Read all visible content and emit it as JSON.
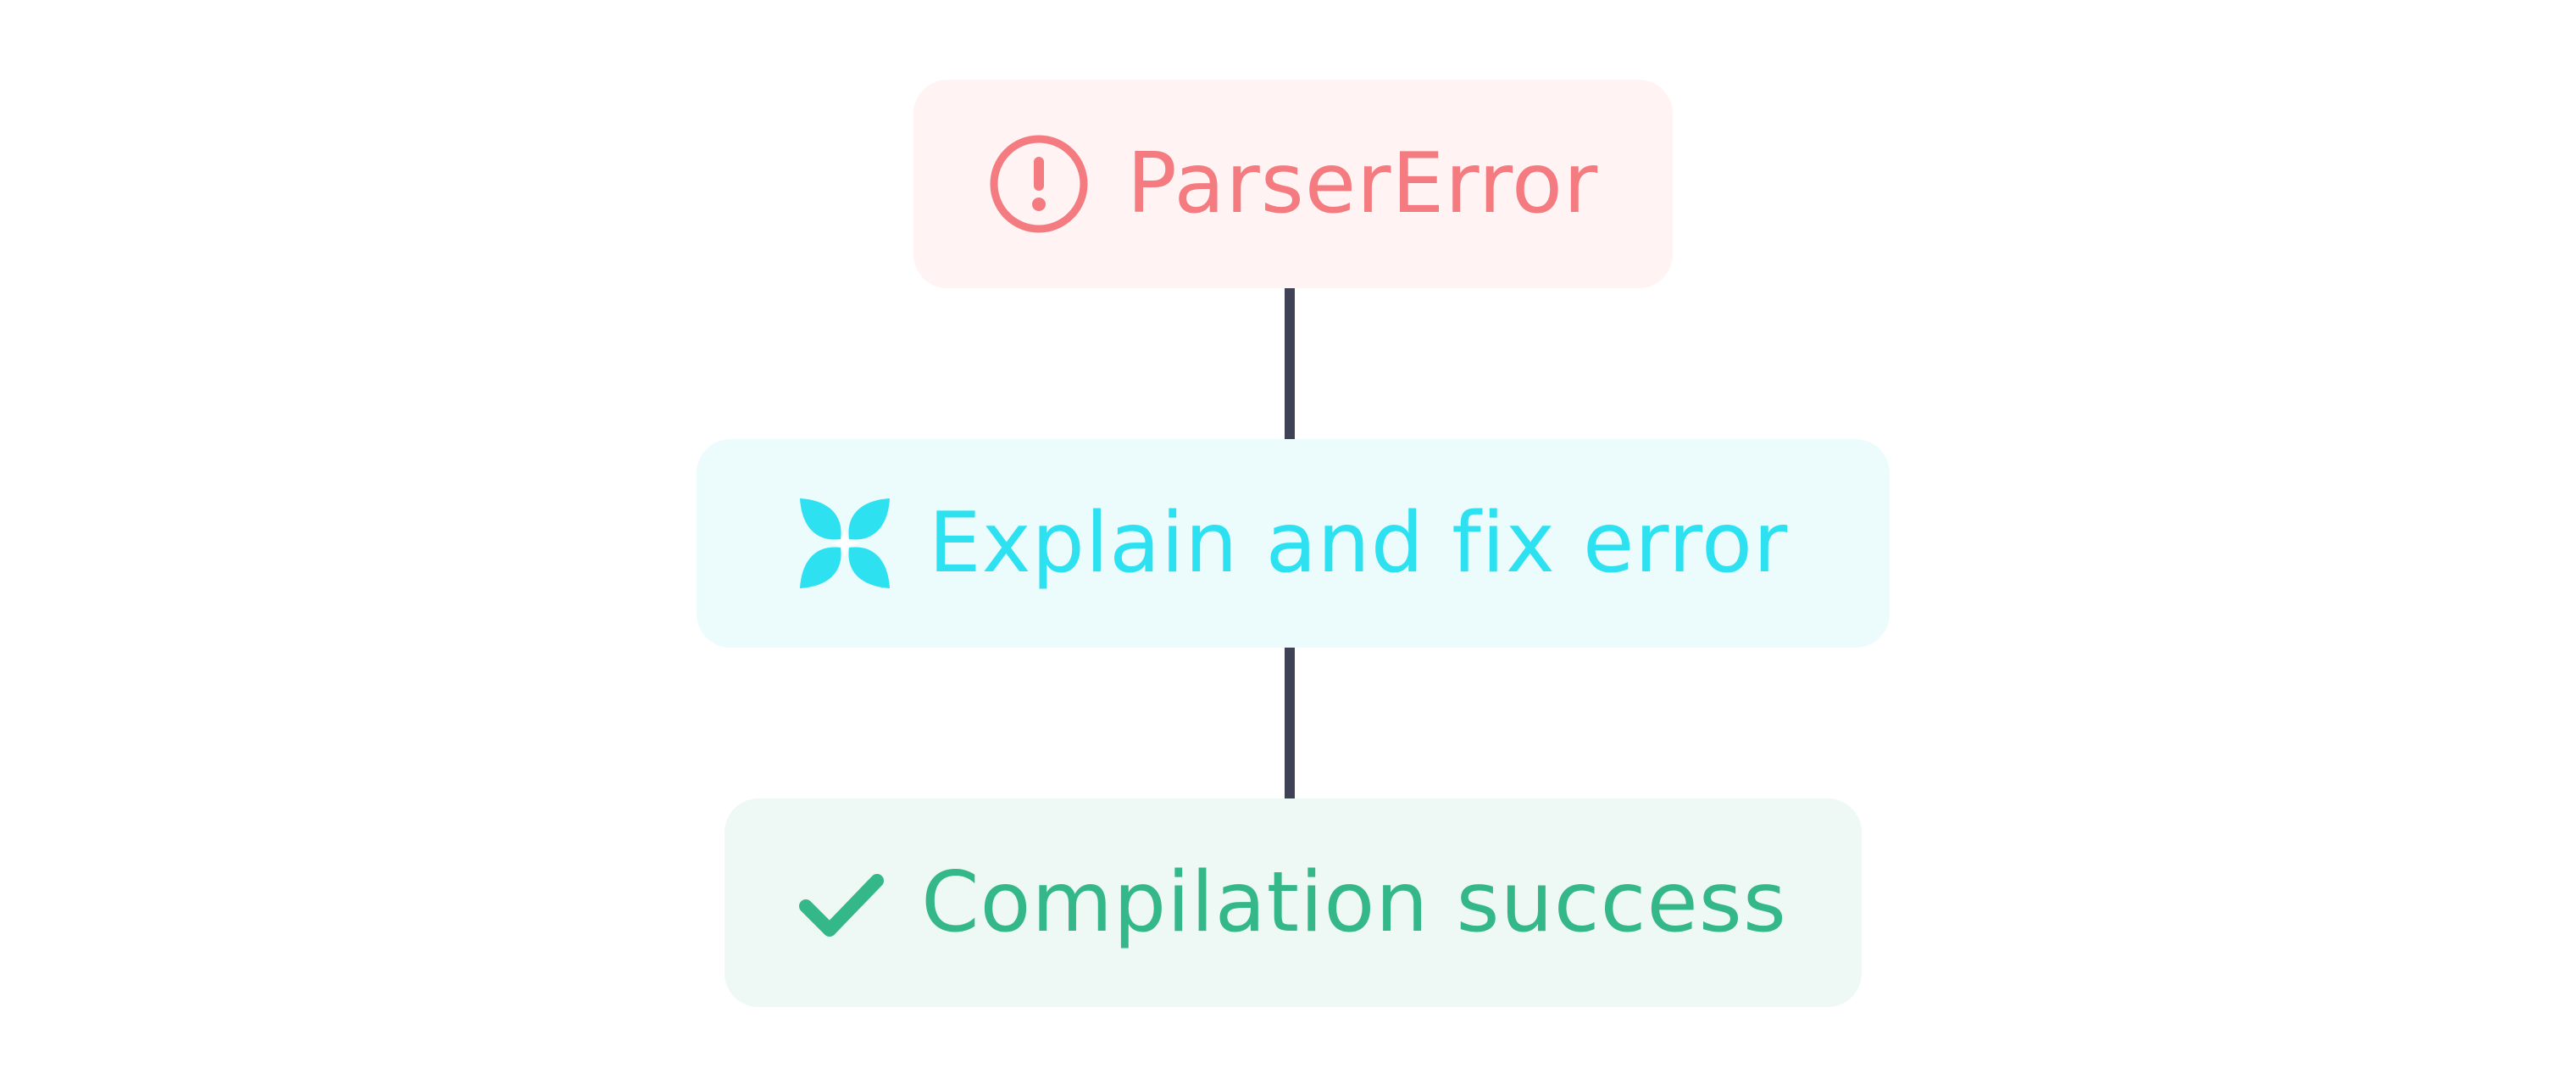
{
  "nodes": {
    "error": {
      "label": "ParserError",
      "icon": "alert-circle-icon",
      "color": "#f47b7f",
      "background": "#fff3f3"
    },
    "fix": {
      "label": "Explain and fix error",
      "icon": "ai-sparkle-icon",
      "color": "#2ee1f1",
      "background": "#ecfcfd"
    },
    "success": {
      "label": "Compilation success",
      "icon": "check-icon",
      "color": "#34b88a",
      "background": "#eef8f4"
    }
  },
  "connector_color": "#3f4254"
}
